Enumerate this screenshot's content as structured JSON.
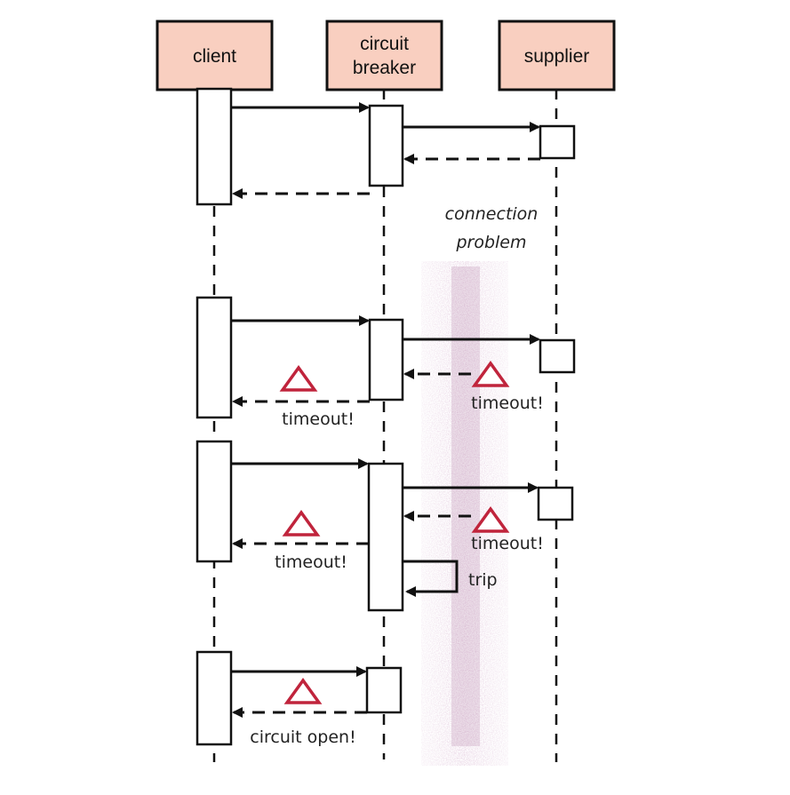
{
  "participants": [
    {
      "id": "client",
      "label_lines": [
        "client"
      ]
    },
    {
      "id": "breaker",
      "label_lines": [
        "circuit",
        "breaker"
      ]
    },
    {
      "id": "supplier",
      "label_lines": [
        "supplier"
      ]
    }
  ],
  "connection_problem": {
    "line1": "connection",
    "line2": "problem"
  },
  "labels": {
    "timeout_1_client": "timeout!",
    "timeout_1_supplier": "timeout!",
    "timeout_2_client": "timeout!",
    "timeout_2_supplier": "timeout!",
    "trip": "trip",
    "circuit_open": "circuit open!"
  },
  "colors": {
    "actor_fill": "#f9cfc0",
    "line": "#111111",
    "warning": "#c0243c",
    "problem_band": "#b57fa9"
  }
}
